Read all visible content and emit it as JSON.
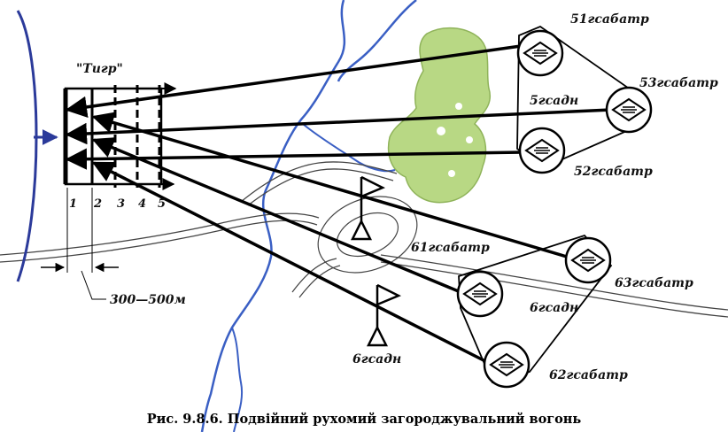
{
  "caption": "Рис. 9.8.6. Подвійний рухомий загороджувальний вогонь",
  "target_label": "\"Тигр\"",
  "line_numbers": [
    "1",
    "2",
    "3",
    "4",
    "5"
  ],
  "distance_label": "300—500м",
  "batteries": {
    "b51": "51гсабатр",
    "b52": "52гсабатр",
    "b53": "53гсабатр",
    "b61": "61гсабатр",
    "b62": "62гсабатр",
    "b63": "63гсабатр"
  },
  "divisions": {
    "d5": "5гсадн",
    "d6": "6гсадн",
    "d6_command": "6гсадн"
  },
  "colors": {
    "river": "#3a5fc4",
    "advance_arrow": "#2b3a9a",
    "forest": "#b8d884",
    "ink": "#000000",
    "road": "#444444"
  }
}
